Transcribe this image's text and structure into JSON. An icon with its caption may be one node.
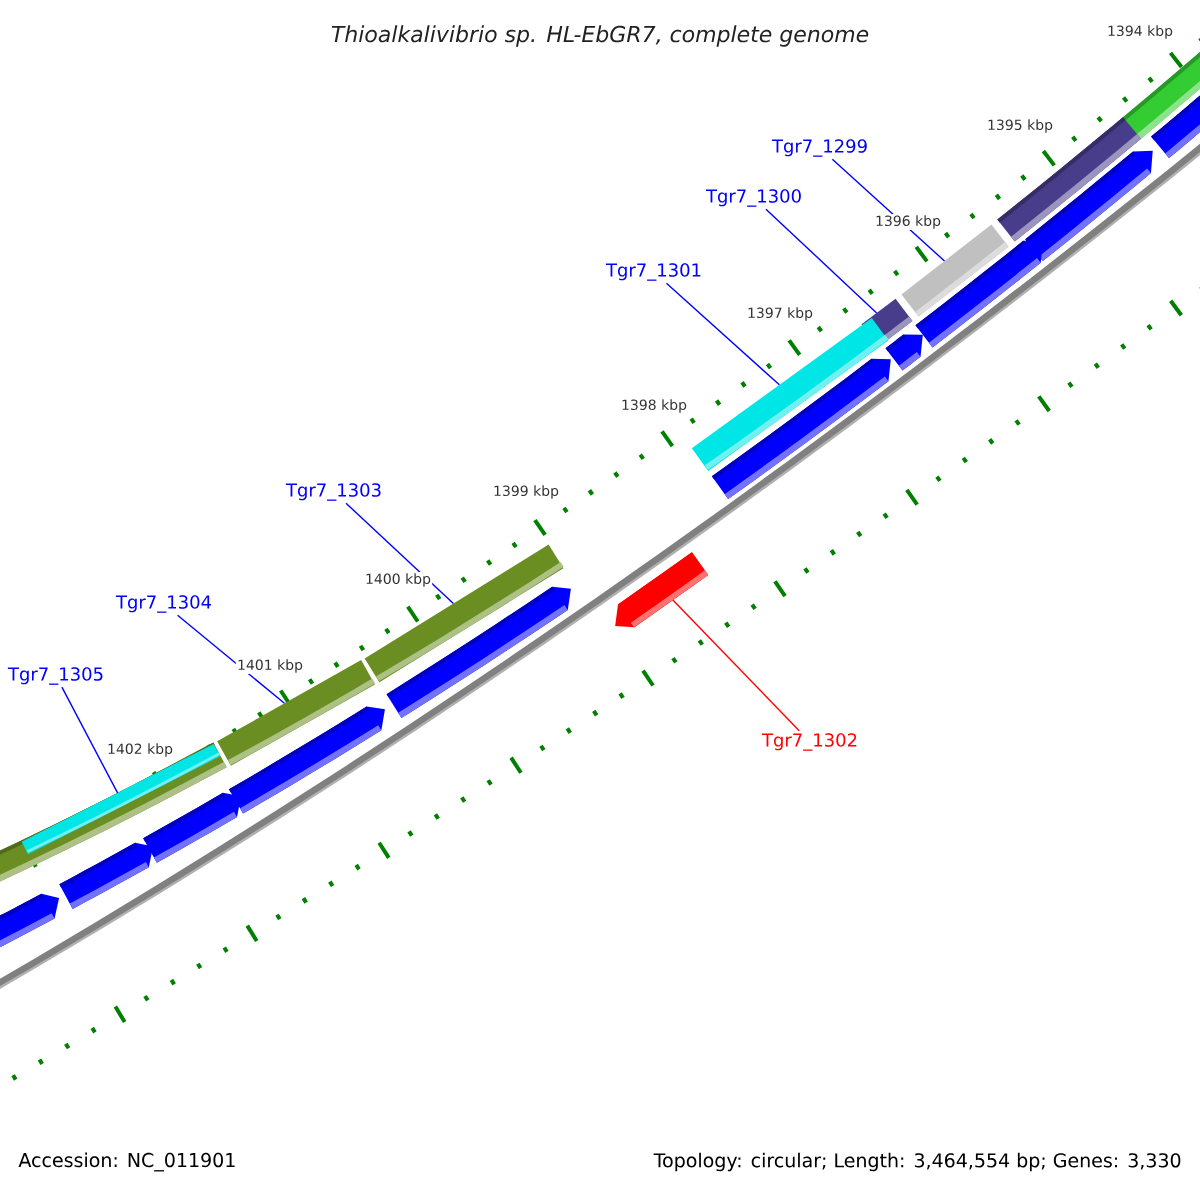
{
  "diagram": {
    "title": "Thioalkalivibrio sp. HL-EbGR7, complete genome",
    "nodes": [
      {
        "text": [
          "Tgr7_1299"
        ]
      },
      {
        "text": [],
        "shape": "bar"
      },
      {
        "text": [
          "Tgr7_1300"
        ]
      },
      {
        "text": [],
        "shape": "bar"
      },
      {
        "text": [
          "Tgr7_1301"
        ]
      },
      {
        "text": [],
        "shape": "bar"
      },
      {
        "text": [
          "Tgr7_1303"
        ]
      },
      {
        "text": [],
        "shape": "bar"
      },
      {
        "text": [
          "Tgr7_1304"
        ]
      },
      {
        "text": [],
        "shape": "bar"
      },
      {
        "text": [
          "Tgr7_1305"
        ]
      },
      {
        "text": [],
        "shape": "bar"
      },
      {
        "text": [],
        "shape": "bar"
      },
      {
        "text": [
          "Tgr7_1302"
        ]
      }
    ],
    "edges": [
      {
        "from": 0,
        "to": 1,
        "arrow": "none"
      },
      {
        "from": 2,
        "to": 3,
        "arrow": "none"
      },
      {
        "from": 4,
        "to": 5,
        "arrow": "none"
      },
      {
        "from": 6,
        "to": 7,
        "arrow": "none"
      },
      {
        "from": 8,
        "to": 9,
        "arrow": "none"
      },
      {
        "from": 10,
        "to": 11,
        "arrow": "none"
      },
      {
        "from": 13,
        "to": 12,
        "arrow": "none",
        "color": "#ff0000"
      }
    ],
    "labels": [
      "1394 kbp",
      "1395 kbp",
      "1396 kbp",
      "1397 kbp",
      "1398 kbp",
      "1399 kbp",
      "1400 kbp",
      "1401 kbp",
      "1402 kbp",
      "Accession: NC_011901",
      "Topology: circular; Length: 3,464,554 bp; Genes: 3,330"
    ]
  }
}
